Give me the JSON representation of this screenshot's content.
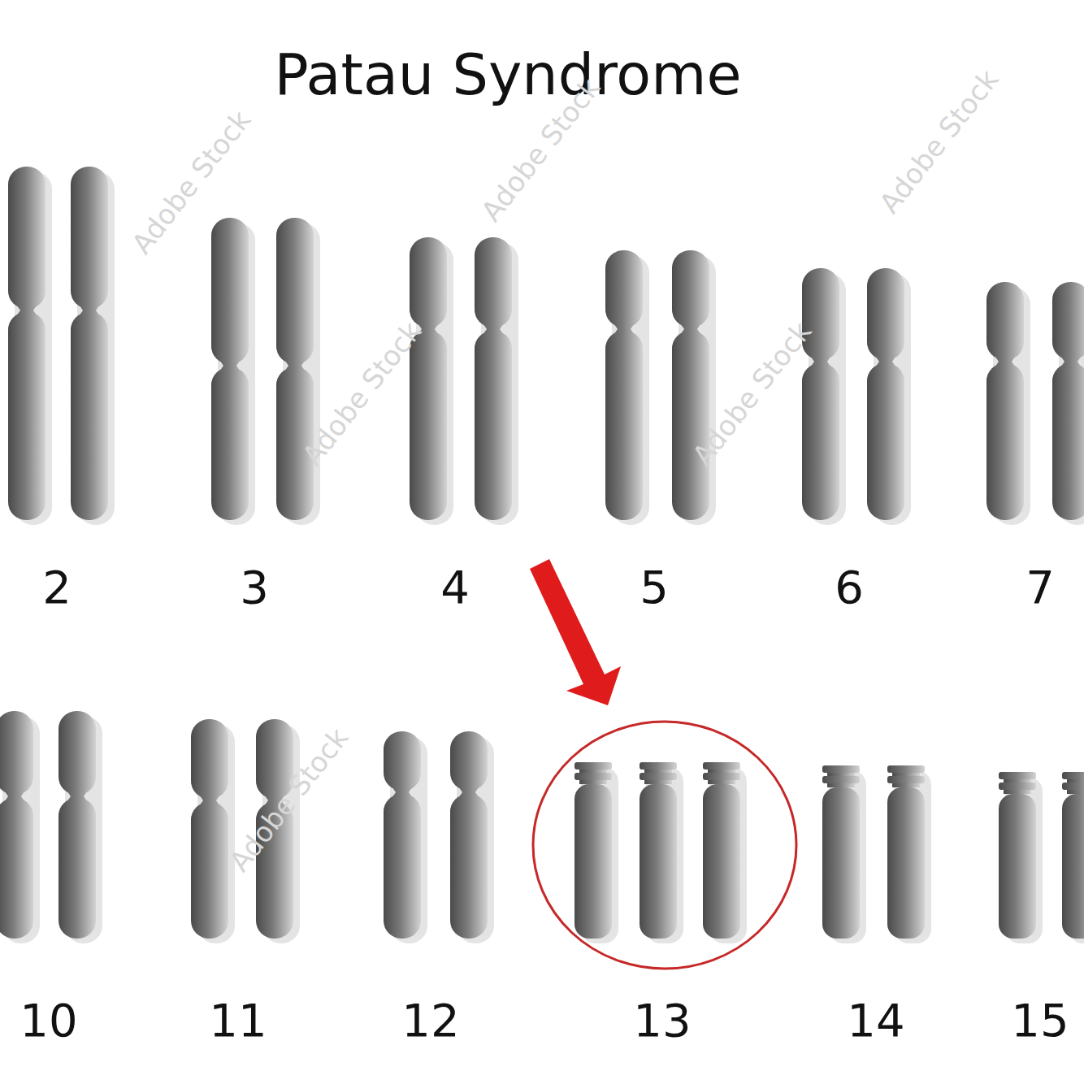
{
  "diagram": {
    "title": "Patau Syndrome",
    "labels": [
      "2",
      "3",
      "4",
      "5",
      "6",
      "7",
      "10",
      "11",
      "12",
      "13",
      "14",
      "15",
      "Adobe Stock",
      "Adobe Stock",
      "Adobe Stock",
      "Adobe Stock",
      "Adobe Stock",
      "Adobe Stock"
    ]
  }
}
